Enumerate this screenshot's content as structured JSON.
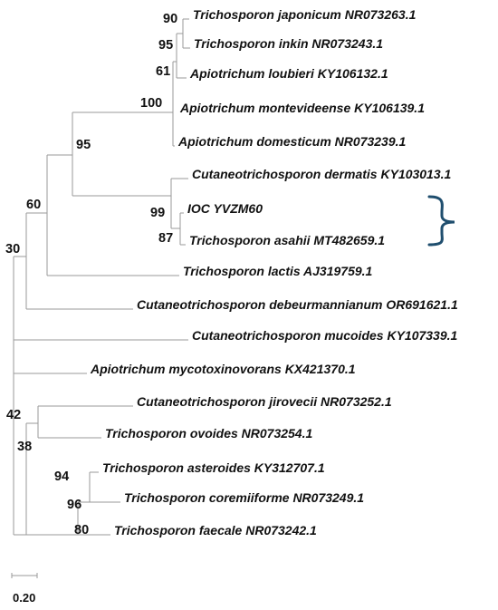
{
  "taxa": [
    {
      "id": "t1",
      "label": "Trichosporon japonicum NR073263.1"
    },
    {
      "id": "t2",
      "label": "Trichosporon inkin NR073243.1"
    },
    {
      "id": "t3",
      "label": "Apiotrichum loubieri KY106132.1"
    },
    {
      "id": "t4",
      "label": "Apiotrichum montevideense KY106139.1"
    },
    {
      "id": "t5",
      "label": "Apiotrichum domesticum NR073239.1"
    },
    {
      "id": "t6",
      "label": "Cutaneotrichosporon dermatis KY103013.1"
    },
    {
      "id": "t7",
      "label": "IOC YVZM60"
    },
    {
      "id": "t8",
      "label": "Trichosporon asahii MT482659.1"
    },
    {
      "id": "t9",
      "label": "Trichosporon lactis AJ319759.1"
    },
    {
      "id": "t10",
      "label": "Cutaneotrichosporon debeurmannianum OR691621.1"
    },
    {
      "id": "t11",
      "label": "Cutaneotrichosporon mucoides KY107339.1"
    },
    {
      "id": "t12",
      "label": "Apiotrichum mycotoxinovorans KX421370.1"
    },
    {
      "id": "t13",
      "label": "Cutaneotrichosporon jirovecii NR073252.1"
    },
    {
      "id": "t14",
      "label": "Trichosporon ovoides NR073254.1"
    },
    {
      "id": "t15",
      "label": "Trichosporon asteroides KY312707.1"
    },
    {
      "id": "t16",
      "label": "Trichosporon coremiiforme NR073249.1"
    },
    {
      "id": "t17",
      "label": "Trichosporon faecale NR073242.1"
    }
  ],
  "bootstrap": [
    {
      "node": "n_japonicum_inkin",
      "value": "90"
    },
    {
      "node": "n_loubieri",
      "value": "95"
    },
    {
      "node": "n_montevideense",
      "value": "61"
    },
    {
      "node": "n_apiotrichum",
      "value": "100"
    },
    {
      "node": "n_main",
      "value": "95"
    },
    {
      "node": "n_ioc_asahii",
      "value": "99"
    },
    {
      "node": "n_dermatis",
      "value": "87"
    },
    {
      "node": "n_lactis",
      "value": "60"
    },
    {
      "node": "n_debeurmannianum",
      "value": "30"
    },
    {
      "node": "n_mycotoxinovorans",
      "value": "42"
    },
    {
      "node": "n_jirovecii",
      "value": "38"
    },
    {
      "node": "n_ovoides",
      "value": "94"
    },
    {
      "node": "n_coremiiforme_faecale",
      "value": "80"
    },
    {
      "node": "n_asteroides",
      "value": "96"
    }
  ],
  "scale_bar": {
    "label": "0.20"
  },
  "colors": {
    "branch": "#9a9a9a",
    "bracket": "#1f4e6e",
    "text": "#111111"
  }
}
